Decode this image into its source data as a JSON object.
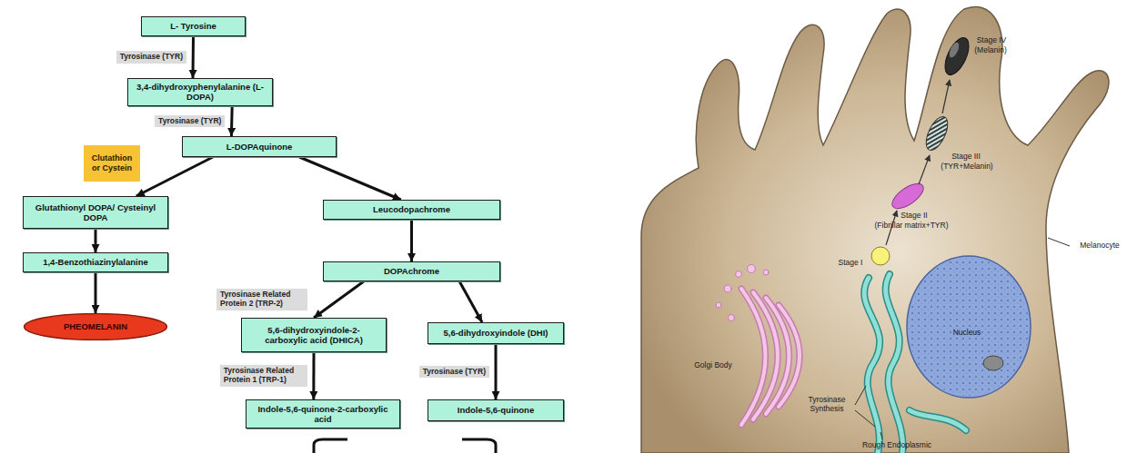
{
  "diagram": {
    "nodes": [
      {
        "text": [
          "L- Tyrosine"
        ]
      },
      {
        "text": [
          "3,4-dihydroxyphenylalanine (L-DOPA)"
        ]
      },
      {
        "text": [
          "L-DOPAquinone"
        ]
      },
      {
        "text": [
          "Clutathion or Cystein"
        ]
      },
      {
        "text": [
          "Glutathionyl DOPA/ Cysteinyl DOPA"
        ]
      },
      {
        "text": [
          "Leucodopachrome"
        ]
      },
      {
        "text": [
          "1,4-Benzothiazinylalanine"
        ]
      },
      {
        "text": [
          "DOPAchrome"
        ]
      },
      {
        "text": [
          "PHEOMELANIN"
        ]
      },
      {
        "text": [
          "5,6-dihydroxyindole-2-carboxylic acid (DHICA)"
        ]
      },
      {
        "text": [
          "5,6-dihydroxyindole (DHI)"
        ]
      },
      {
        "text": [
          "Indole-5,6-quinone-2-carboxylic acid"
        ]
      },
      {
        "text": [
          "Indole-5,6-quinone"
        ]
      }
    ],
    "edges": [
      {
        "from": 0,
        "to": 1,
        "arrow": "to",
        "label": "Tyrosinase (TYR)"
      },
      {
        "from": 1,
        "to": 2,
        "arrow": "to",
        "label": "Tyrosinase (TYR)"
      },
      {
        "from": 2,
        "to": 4,
        "arrow": "to"
      },
      {
        "from": 2,
        "to": 5,
        "arrow": "to"
      },
      {
        "from": 4,
        "to": 6,
        "arrow": "to"
      },
      {
        "from": 6,
        "to": 8,
        "arrow": "to"
      },
      {
        "from": 5,
        "to": 7,
        "arrow": "to"
      },
      {
        "from": 7,
        "to": 9,
        "arrow": "to",
        "label": "Tyrosinase Related Protein 2 (TRP-2)"
      },
      {
        "from": 7,
        "to": 10,
        "arrow": "to"
      },
      {
        "from": 9,
        "to": 11,
        "arrow": "to",
        "label": "Tyrosinase Related Protein 1 (TRP-1)"
      },
      {
        "from": 10,
        "to": 12,
        "arrow": "to",
        "label": "Tyrosinase (TYR)"
      }
    ],
    "labels": [
      "Stage IV",
      "(Melanin)",
      "Stage III",
      "(TYR+Melanin)",
      "Stage II",
      "(Fibrillar matrix+TYR)",
      "Stage I",
      "Golgi Body",
      "Nucleus",
      "Melanocyte",
      "Tyrosinase Synthesis",
      "Rough Endoplasmic"
    ]
  }
}
